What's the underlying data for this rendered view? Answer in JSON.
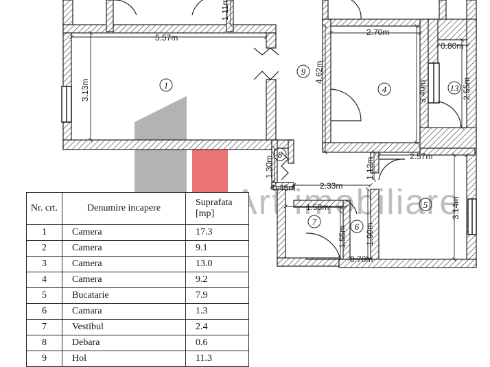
{
  "watermark": {
    "text": "Art imobiliare"
  },
  "plan": {
    "room_numbers": [
      "1",
      "4",
      "5",
      "6",
      "7",
      "8",
      "9",
      "13"
    ],
    "dimensions": [
      "1.11m",
      "5.57m",
      "3.13m",
      "2.70m",
      "4.62m",
      "3.40m",
      "0.80m",
      "2.55m",
      "2.57m",
      "1.12m",
      "3.14m",
      "2.33m",
      "1.53m",
      "1.55m",
      "1.90m",
      "0.70m",
      "0.45m",
      "1.30m"
    ]
  },
  "table": {
    "headers": {
      "nr": "Nr. crt.",
      "denumire": "Denumire incapere",
      "suprafata": "Suprafata [mp]"
    },
    "rows": [
      {
        "nr": "1",
        "name": "Camera",
        "area": "17.3"
      },
      {
        "nr": "2",
        "name": "Camera",
        "area": "9.1"
      },
      {
        "nr": "3",
        "name": "Camera",
        "area": "13.0"
      },
      {
        "nr": "4",
        "name": "Camera",
        "area": "9.2"
      },
      {
        "nr": "5",
        "name": "Bucatarie",
        "area": "7.9"
      },
      {
        "nr": "6",
        "name": "Camara",
        "area": "1.3"
      },
      {
        "nr": "7",
        "name": "Vestibul",
        "area": "2.4"
      },
      {
        "nr": "8",
        "name": "Debara",
        "area": "0.6"
      },
      {
        "nr": "9",
        "name": "Hol",
        "area": "11.3"
      }
    ]
  }
}
